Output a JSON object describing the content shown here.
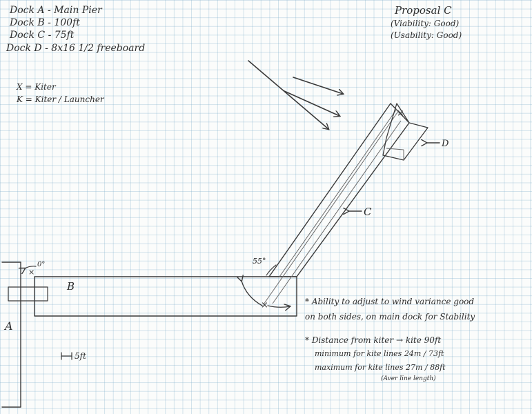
{
  "dock_list": [
    "Dock A - Main Pier",
    "Dock B - 100ft",
    "Dock C - 75ft",
    "Dock D - 8x16 1/2 freeboard"
  ],
  "legend": [
    "X = Kiter",
    "K = Kiter / Launcher"
  ],
  "proposal": {
    "title": "Proposal C",
    "viability": "(Viability: Good)",
    "usability": "(Usability: Good)"
  },
  "labels": {
    "dock_a": "A",
    "dock_b": "B",
    "dock_c": "C",
    "dock_d": "D",
    "angle_main": "55°",
    "angle_top": "0°",
    "scale": "5ft"
  },
  "notes": [
    "* Ability to adjust to wind variance good",
    "on both sides, on main dock for Stability",
    "* Distance from kiter → kite 90ft",
    "minimum for kite lines 24m / 73ft",
    "maximum for kite lines 27m / 88ft",
    "(Aver line length)"
  ],
  "colors": {
    "grid": "#9fc3d8",
    "ink": "#3a3a3a",
    "paper": "#fbfcfb"
  }
}
